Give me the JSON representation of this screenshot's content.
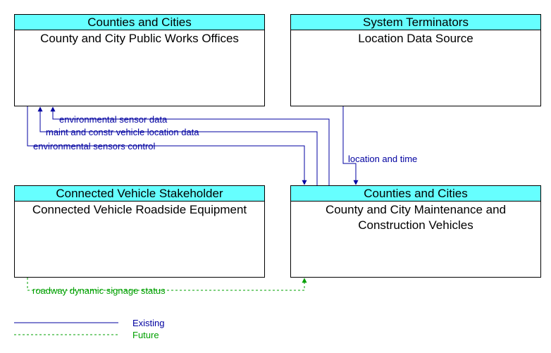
{
  "elements": [
    {
      "id": "cpw",
      "header": "Counties and Cities",
      "title": "County and City Public Works Offices"
    },
    {
      "id": "lds",
      "header": "System Terminators",
      "title": "Location Data Source"
    },
    {
      "id": "cvre",
      "header": "Connected Vehicle Stakeholder",
      "title": "Connected Vehicle Roadside Equipment"
    },
    {
      "id": "cmv",
      "header": "Counties and Cities",
      "title": "County and City Maintenance and Construction Vehicles"
    }
  ],
  "flows": [
    {
      "label": "environmental sensor data",
      "from": "County and City Maintenance and Construction Vehicles",
      "to": "County and City Public Works Offices",
      "status": "Existing"
    },
    {
      "label": "maint and constr vehicle location data",
      "from": "County and City Maintenance and Construction Vehicles",
      "to": "County and City Public Works Offices",
      "status": "Existing"
    },
    {
      "label": "environmental sensors control",
      "from": "County and City Public Works Offices",
      "to": "County and City Maintenance and Construction Vehicles",
      "status": "Existing"
    },
    {
      "label": "location and time",
      "from": "Location Data Source",
      "to": "County and City Maintenance and Construction Vehicles",
      "status": "Existing"
    },
    {
      "label": "roadway dynamic signage status",
      "from": "Connected Vehicle Roadside Equipment",
      "to": "County and City Maintenance and Construction Vehicles",
      "status": "Future"
    }
  ],
  "legend": [
    {
      "label": "Existing",
      "color": "#0000a0",
      "style": "solid"
    },
    {
      "label": "Future",
      "color": "#00a000",
      "style": "dashed"
    }
  ],
  "colors": {
    "header_fill": "#66ffff",
    "existing": "#0000a0",
    "future": "#00a000"
  }
}
